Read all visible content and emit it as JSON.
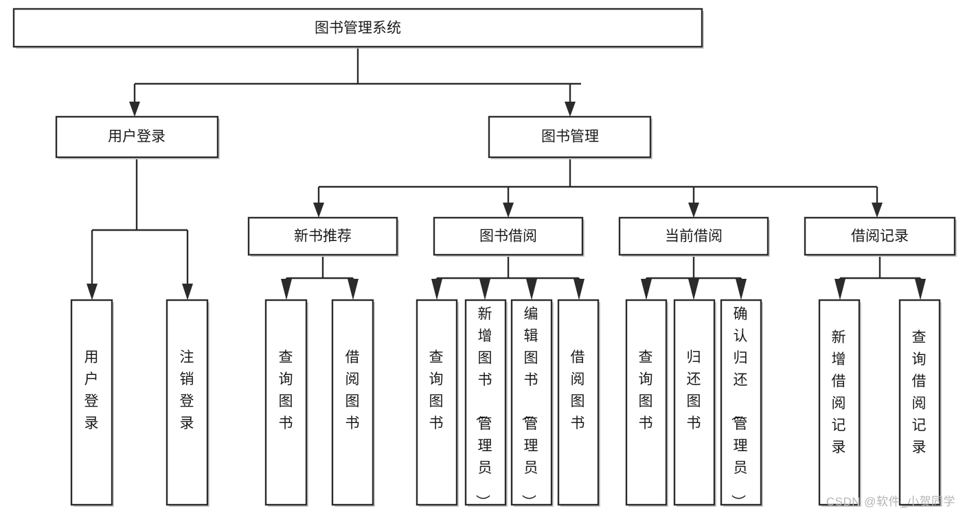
{
  "diagram": {
    "title": "图书管理系统",
    "type": "hierarchy-tree",
    "watermark": "CSDN @软件_小贺同学",
    "colors": {
      "background": "#ffffff",
      "box_fill": "#ffffff",
      "box_stroke": "#2b2b2b",
      "connector": "#2b2b2b",
      "text": "#1a1a1a",
      "watermark": "#b4b4b4"
    },
    "levels": {
      "root": "图书管理系统",
      "level2": [
        "用户登录",
        "图书管理"
      ],
      "level3": [
        "新书推荐",
        "图书借阅",
        "当前借阅",
        "借阅记录"
      ]
    },
    "nodes": {
      "root": {
        "label": "图书管理系统",
        "orientation": "horizontal"
      },
      "user_login": {
        "label": "用户登录",
        "orientation": "horizontal"
      },
      "book_manage": {
        "label": "图书管理",
        "orientation": "horizontal"
      },
      "new_book_rec": {
        "label": "新书推荐",
        "orientation": "horizontal"
      },
      "book_borrow": {
        "label": "图书借阅",
        "orientation": "horizontal"
      },
      "current_borrow": {
        "label": "当前借阅",
        "orientation": "horizontal"
      },
      "borrow_record": {
        "label": "借阅记录",
        "orientation": "horizontal"
      },
      "leaf_user_login": {
        "label": "用户登录",
        "orientation": "vertical"
      },
      "leaf_logout": {
        "label": "注销登录",
        "orientation": "vertical"
      },
      "leaf_query_book_rec": {
        "label": "查询图书",
        "orientation": "vertical"
      },
      "leaf_borrow_book_rec": {
        "label": "借阅图书",
        "orientation": "vertical"
      },
      "leaf_query_book_br": {
        "label": "查询图书",
        "orientation": "vertical"
      },
      "leaf_add_book": {
        "label": "新增图书（管理员）",
        "orientation": "vertical"
      },
      "leaf_edit_book": {
        "label": "编辑图书（管理员）",
        "orientation": "vertical"
      },
      "leaf_borrow_book_br": {
        "label": "借阅图书",
        "orientation": "vertical"
      },
      "leaf_query_book_cb": {
        "label": "查询图书",
        "orientation": "vertical"
      },
      "leaf_return_book": {
        "label": "归还图书",
        "orientation": "vertical"
      },
      "leaf_confirm_return": {
        "label": "确认归还（管理员）",
        "orientation": "vertical"
      },
      "leaf_add_record": {
        "label": "新增借阅记录",
        "orientation": "vertical"
      },
      "leaf_query_record": {
        "label": "查询借阅记录",
        "orientation": "vertical"
      }
    },
    "edges": [
      {
        "from": "root",
        "to": "user_login"
      },
      {
        "from": "root",
        "to": "book_manage"
      },
      {
        "from": "user_login",
        "to": "leaf_user_login"
      },
      {
        "from": "user_login",
        "to": "leaf_logout"
      },
      {
        "from": "book_manage",
        "to": "new_book_rec"
      },
      {
        "from": "book_manage",
        "to": "book_borrow"
      },
      {
        "from": "book_manage",
        "to": "current_borrow"
      },
      {
        "from": "book_manage",
        "to": "borrow_record"
      },
      {
        "from": "new_book_rec",
        "to": "leaf_query_book_rec"
      },
      {
        "from": "new_book_rec",
        "to": "leaf_borrow_book_rec"
      },
      {
        "from": "book_borrow",
        "to": "leaf_query_book_br"
      },
      {
        "from": "book_borrow",
        "to": "leaf_add_book"
      },
      {
        "from": "book_borrow",
        "to": "leaf_edit_book"
      },
      {
        "from": "book_borrow",
        "to": "leaf_borrow_book_br"
      },
      {
        "from": "current_borrow",
        "to": "leaf_query_book_cb"
      },
      {
        "from": "current_borrow",
        "to": "leaf_return_book"
      },
      {
        "from": "current_borrow",
        "to": "leaf_confirm_return"
      },
      {
        "from": "borrow_record",
        "to": "leaf_add_record"
      },
      {
        "from": "borrow_record",
        "to": "leaf_query_record"
      }
    ]
  }
}
